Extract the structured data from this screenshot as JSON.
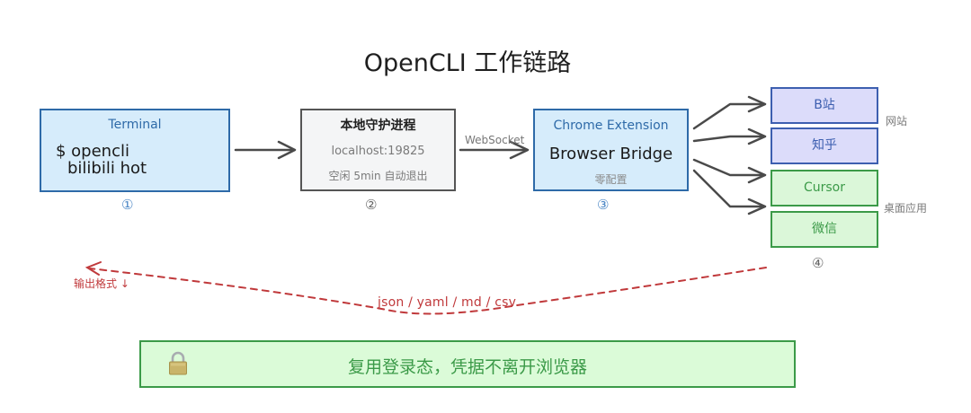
{
  "title": "OpenCLI 工作链路",
  "nodes": {
    "terminal": {
      "label": "Terminal",
      "command_line1": "$ opencli",
      "command_line2": "bilibili hot",
      "step": "①"
    },
    "daemon": {
      "label": "本地守护进程",
      "address": "localhost:19825",
      "note": "空闲 5min 自动退出",
      "step": "②"
    },
    "extension": {
      "label": "Chrome Extension",
      "name": "Browser Bridge",
      "note": "零配置",
      "step": "③"
    },
    "targets": {
      "items": [
        {
          "label": "B站",
          "group": "website"
        },
        {
          "label": "知乎",
          "group": "website"
        },
        {
          "label": "Cursor",
          "group": "desktop"
        },
        {
          "label": "微信",
          "group": "desktop"
        }
      ],
      "website_label": "网站",
      "desktop_label": "桌面应用",
      "step": "④"
    }
  },
  "edges": {
    "daemon_to_extension_label": "WebSocket",
    "return_label": "输出格式 ↓",
    "return_formats": "json  /  yaml  /  md  /  csv"
  },
  "banner": {
    "icon": "lock-icon",
    "text": "复用登录态，凭据不离开浏览器"
  },
  "colors": {
    "blue_border": "#2e6aa8",
    "blue_fill": "#d6ecfb",
    "gray_border": "#555555",
    "gray_fill": "#f4f5f6",
    "purple_fill": "#dcdcfa",
    "green_border": "#3b9a48",
    "green_fill": "#dbf7d9",
    "return_red": "#c0393b",
    "arrow_gray": "#4a4a4a"
  }
}
